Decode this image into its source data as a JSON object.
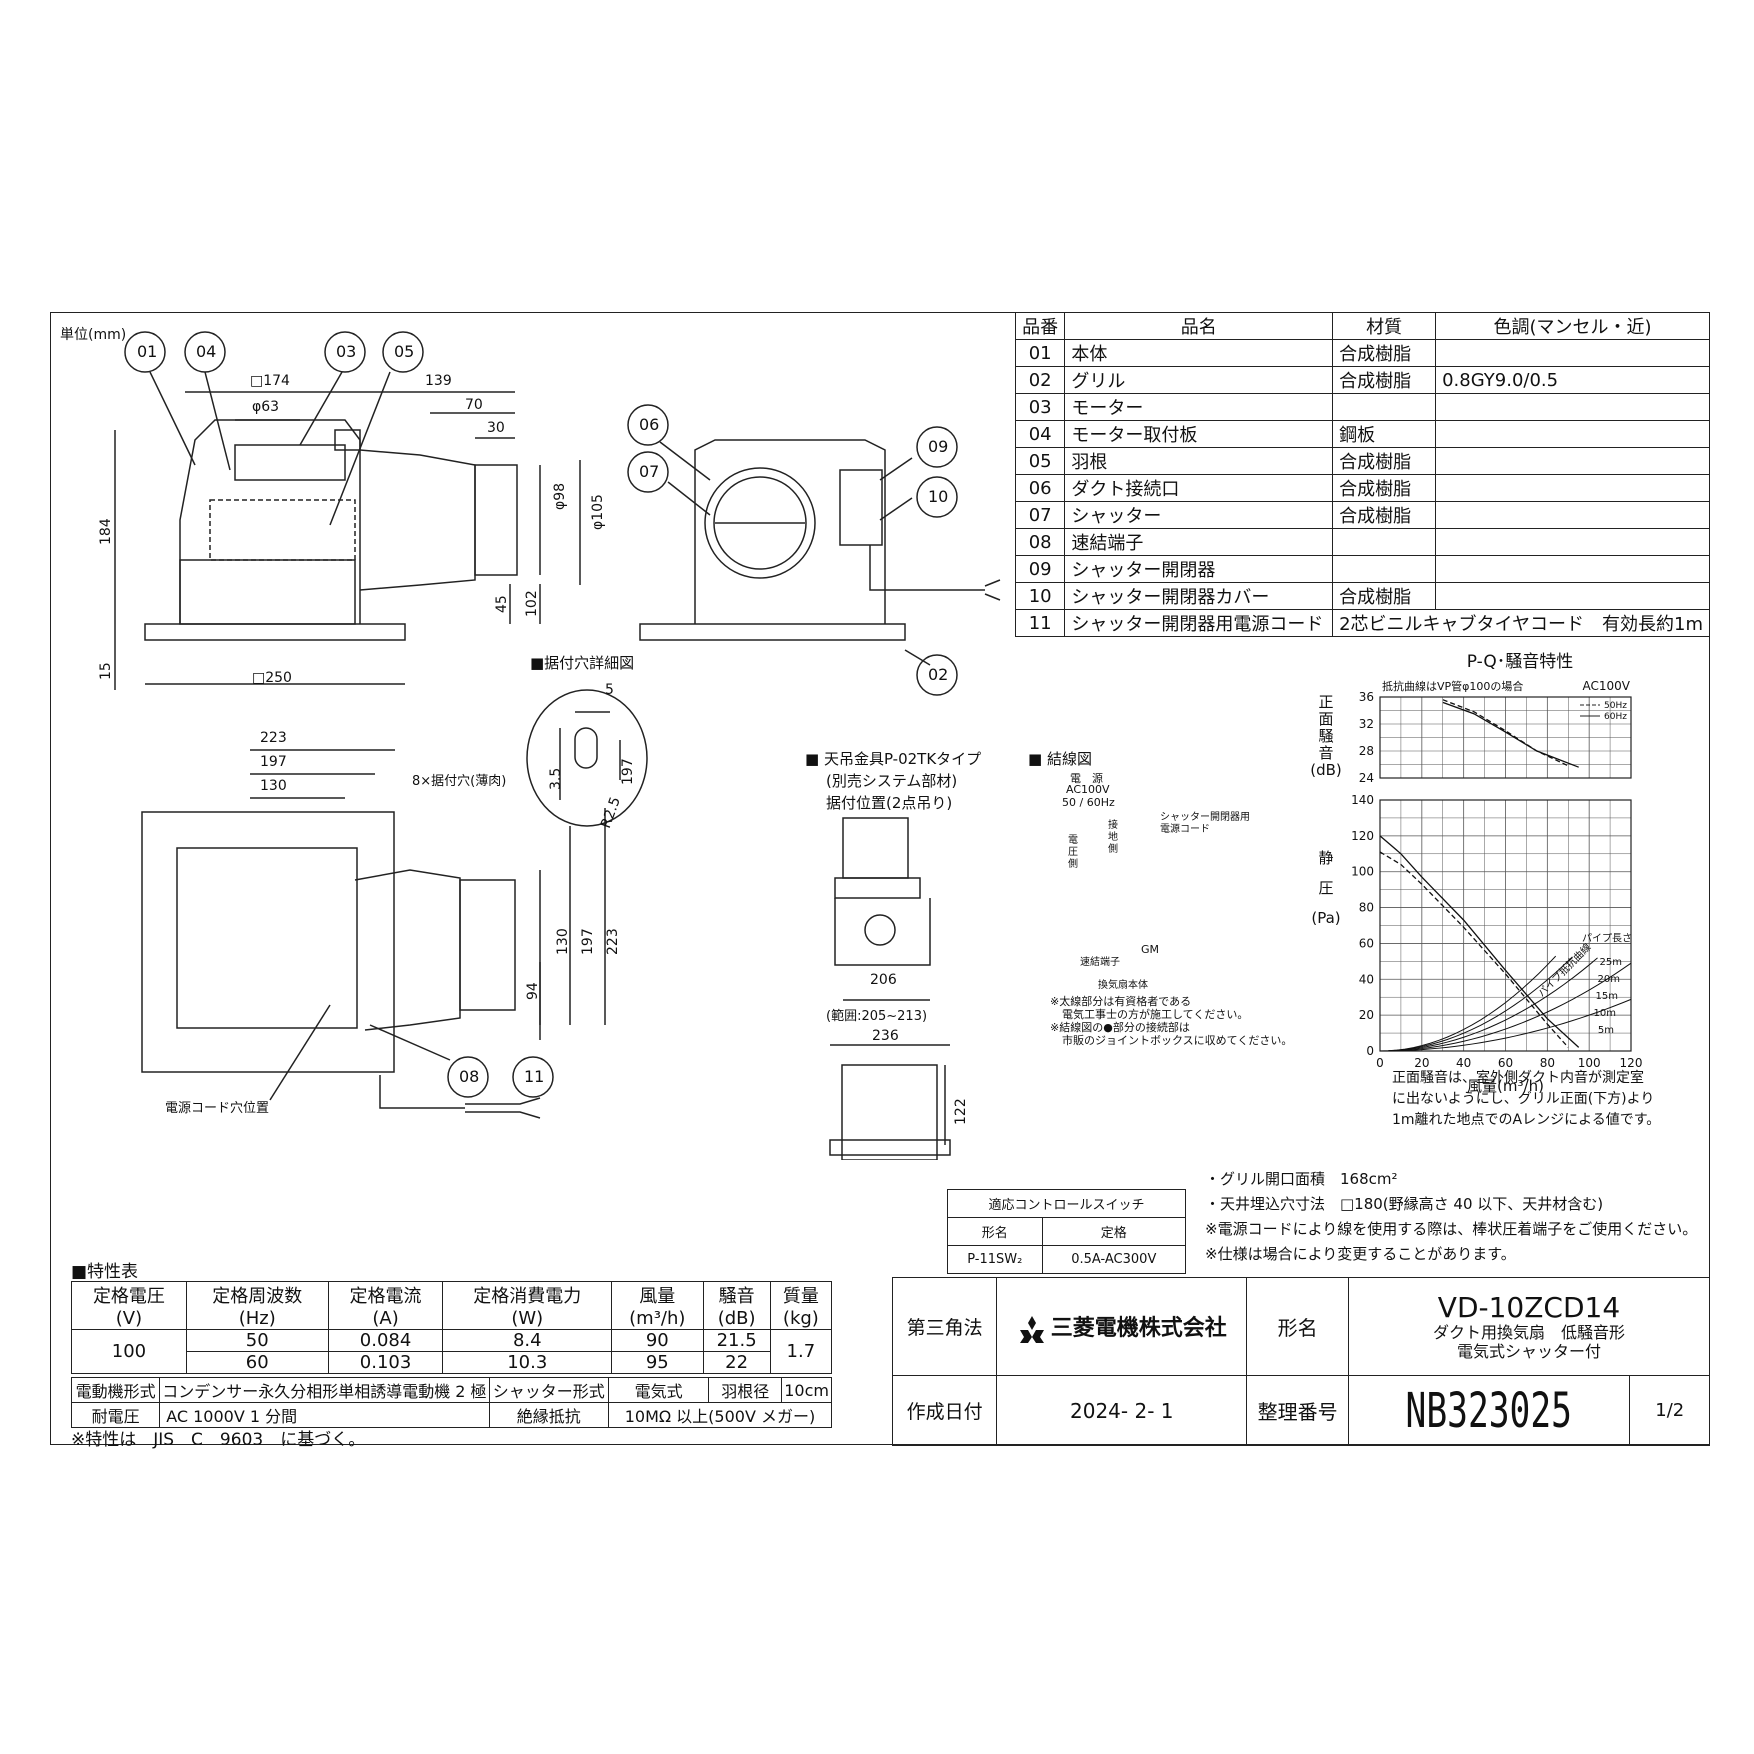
{
  "unit_label": "単位(mm)",
  "balloons": {
    "b01": "01",
    "b04": "04",
    "b03": "03",
    "b05": "05",
    "b06": "06",
    "b07": "07",
    "b09": "09",
    "b10": "10",
    "b02": "02",
    "b08": "08",
    "b11": "11"
  },
  "dims_side": {
    "d174": "□174",
    "d63": "φ63",
    "d139": "139",
    "d70": "70",
    "d30": "30",
    "d98": "φ98",
    "d105": "φ105",
    "d184": "184",
    "d45": "45",
    "d102": "102",
    "d15": "15",
    "d250": "□250"
  },
  "hole_detail": {
    "title": "■据付穴詳細図",
    "d5": "5",
    "d35": "3.5",
    "dR25": "R2.5",
    "d197": "197"
  },
  "dims_top": {
    "d223": "223",
    "d197": "197",
    "d130": "130",
    "holes": "8×据付穴(薄肉)",
    "v130": "130",
    "v197": "197",
    "v223": "223",
    "v94": "94",
    "cord_hole": "電源コード穴位置"
  },
  "hanger": {
    "title": "■ 天吊金具P-02TKタイプ",
    "sub1": "(別売システム部材)",
    "sub2": "据付位置(2点吊り)",
    "d206": "206",
    "range": "(範囲:205~213)",
    "d236": "236",
    "d122": "122"
  },
  "wiring": {
    "title": "■ 結線図",
    "power1": "電　源",
    "power2": "AC100V",
    "power3": "50 / 60Hz",
    "live": "電圧側",
    "ground": "接地側",
    "shutter_cord1": "シャッター開閉器用",
    "shutter_cord2": "電源コード",
    "terminal": "速結端子",
    "gm": "GM",
    "body": "換気扇本体",
    "note1": "※太線部分は有資格者である",
    "note2": "電気工事士の方が施工してください。",
    "note3": "※結線図の●部分の接続部は",
    "note4": "市販のジョイントボックスに収めてください。"
  },
  "parts_table": {
    "headers": [
      "品番",
      "品名",
      "材質",
      "色調(マンセル・近)"
    ],
    "rows": [
      [
        "01",
        "本体",
        "合成樹脂",
        ""
      ],
      [
        "02",
        "グリル",
        "合成樹脂",
        "0.8GY9.0/0.5"
      ],
      [
        "03",
        "モーター",
        "",
        ""
      ],
      [
        "04",
        "モーター取付板",
        "鋼板",
        ""
      ],
      [
        "05",
        "羽根",
        "合成樹脂",
        ""
      ],
      [
        "06",
        "ダクト接続口",
        "合成樹脂",
        ""
      ],
      [
        "07",
        "シャッター",
        "合成樹脂",
        ""
      ],
      [
        "08",
        "速結端子",
        "",
        ""
      ],
      [
        "09",
        "シャッター開閉器",
        "",
        ""
      ],
      [
        "10",
        "シャッター開閉器カバー",
        "合成樹脂",
        ""
      ],
      [
        "11",
        "シャッター開閉器用電源コード",
        "2芯ビニルキャブタイヤコード　有効長約1m",
        ""
      ]
    ]
  },
  "chart_data": {
    "type": "line",
    "title": "P-Q･騒音特性",
    "subtitle": "抵抗曲線はVP管φ100の場合",
    "supply": "AC100V",
    "legend": [
      "50Hz",
      "60Hz"
    ],
    "noise_ylabel": [
      "正",
      "面",
      "騒",
      "音",
      "(dB)"
    ],
    "pressure_ylabel": [
      "静",
      "圧",
      "(Pa)"
    ],
    "xlabel": "風量(m³/h)",
    "xlim": [
      0,
      120
    ],
    "x_ticks": [
      "0",
      "20",
      "40",
      "60",
      "80",
      "100",
      "120"
    ],
    "noise_ylim": [
      24,
      36
    ],
    "noise_ticks": [
      "36",
      "32",
      "28",
      "24"
    ],
    "pressure_ylim": [
      0,
      140
    ],
    "pressure_ticks": [
      "140",
      "120",
      "100",
      "80",
      "60",
      "40",
      "20",
      "0"
    ],
    "grid": true,
    "noise_series": [
      {
        "name": "50Hz",
        "x": [
          30,
          45,
          60,
          75,
          90
        ],
        "y": [
          35.6,
          33.8,
          31.0,
          28.0,
          25.8
        ]
      },
      {
        "name": "60Hz",
        "x": [
          30,
          45,
          60,
          75,
          95
        ],
        "y": [
          35.2,
          33.5,
          30.8,
          28.0,
          25.6
        ]
      }
    ],
    "pressure_series": [
      {
        "name": "50Hz",
        "x": [
          0,
          10,
          20,
          40,
          60,
          80,
          90
        ],
        "y": [
          111,
          104,
          93,
          69,
          43,
          15,
          2
        ]
      },
      {
        "name": "60Hz",
        "x": [
          0,
          10,
          20,
          40,
          60,
          80,
          95
        ],
        "y": [
          120,
          110,
          97,
          73,
          45,
          18,
          2
        ]
      }
    ],
    "pipe_curves_label": "パイプ抵抗曲線",
    "pipe_length_label": "パイプ長さ",
    "pipe_curves": [
      {
        "name": "25m",
        "k": 0.0075
      },
      {
        "name": "20m",
        "k": 0.0062
      },
      {
        "name": "15m",
        "k": 0.0048
      },
      {
        "name": "10m",
        "k": 0.0034
      },
      {
        "name": "5m",
        "k": 0.002
      }
    ],
    "note1": "正面騒音は、室外側ダクト内音が測定室",
    "note2": "に出ないようにし、グリル正面(下方)より",
    "note3": "1m離れた地点でのAレンジによる値です。"
  },
  "notes": {
    "n1": "・グリル開口面積　168cm²",
    "n2": "・天井埋込穴寸法　□180(野縁高さ 40 以下、天井材含む)",
    "n3": "※電源コードにより線を使用する際は、棒状圧着端子をご使用ください。",
    "n4": "※仕様は場合により変更することがあります。"
  },
  "control_switch": {
    "title": "適応コントロールスイッチ",
    "h1": "形名",
    "h2": "定格",
    "v1": "P-11SW₂",
    "v2": "0.5A-AC300V"
  },
  "spec_table": {
    "title": "■特性表",
    "headers": [
      "定格電圧",
      "定格周波数",
      "定格電流",
      "定格消費電力",
      "風量",
      "騒音",
      "質量"
    ],
    "units": [
      "(V)",
      "(Hz)",
      "(A)",
      "(W)",
      "(m³/h)",
      "(dB)",
      "(kg)"
    ],
    "voltage": "100",
    "mass": "1.7",
    "rows": [
      [
        "50",
        "0.084",
        "8.4",
        "90",
        "21.5"
      ],
      [
        "60",
        "0.103",
        "10.3",
        "95",
        "22"
      ]
    ],
    "motor_label": "電動機形式",
    "motor_value": "コンデンサー永久分相形単相誘導電動機 2 極",
    "shutter_label": "シャッター形式",
    "shutter_value": "電気式",
    "blade_label": "羽根径",
    "blade_value": "10cm",
    "withstand_label": "耐電圧",
    "withstand_value": "AC 1000V 1 分間",
    "insulation_label": "絶縁抵抗",
    "insulation_value": "10MΩ 以上(500V メガー)",
    "footnote": "※特性は　JIS　C　9603　に基づく。"
  },
  "title_block": {
    "projection": "第三角法",
    "company": "三菱電機株式会社",
    "model_label": "形名",
    "model": "VD-10ZCD14",
    "desc1": "ダクト用換気扇　低騒音形",
    "desc2": "電気式シャッター付",
    "date_label": "作成日付",
    "date": "2024- 2- 1",
    "number_label": "整理番号",
    "number": "NB323025",
    "page": "1/2"
  },
  "colors": {
    "line": "#222222",
    "brand": "#111111"
  }
}
